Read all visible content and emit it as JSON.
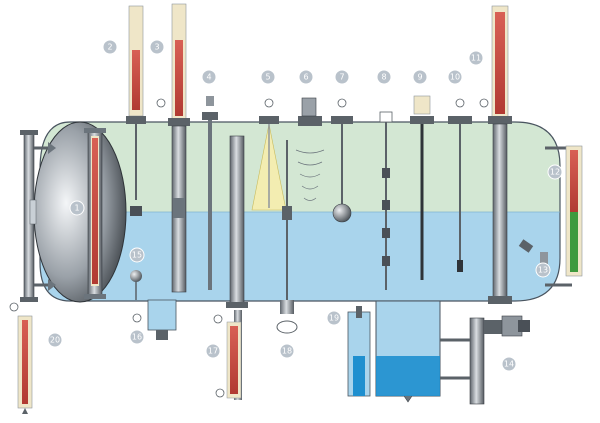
{
  "diagram": {
    "callouts": [
      "1",
      "2",
      "3",
      "4",
      "5",
      "6",
      "7",
      "8",
      "9",
      "10",
      "11",
      "12",
      "13",
      "14",
      "15",
      "16",
      "17",
      "18",
      "19",
      "20"
    ],
    "colors": {
      "vapor": "#d3e7d3",
      "liquid": "#a9d4ec",
      "liquid_deep": "#1e8fcf",
      "steel": "#8e959c",
      "steel_dark": "#3a3f45",
      "outline": "#4a5560",
      "callout": "#b9c2cb",
      "gauge_red": "#c84a42",
      "gauge_green": "#3e9a3e",
      "gauge_body": "#efe6c8"
    },
    "icons": [
      "level-gauge-icon",
      "float-icon",
      "valve-icon",
      "transmitter-icon",
      "radar-cone-icon",
      "pressure-gauge-icon"
    ]
  }
}
